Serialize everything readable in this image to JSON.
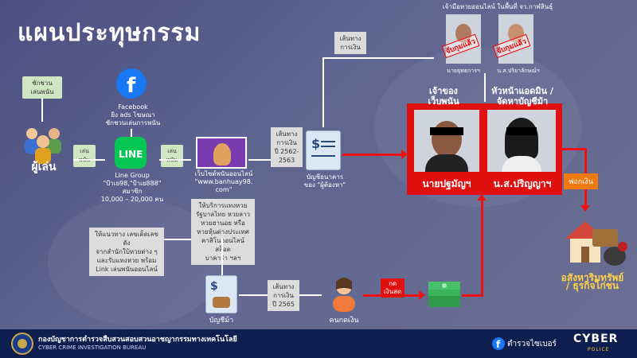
{
  "title": "แผนประทุษกรรม",
  "player": {
    "recruit_label": "ชักชวน\nเล่นพนัน",
    "name": "ผู้เล่น",
    "play_label_1": "เล่น\nพนัน",
    "play_label_2": "เล่น\nพนัน"
  },
  "facebook": {
    "caption": "Facebook\nยิง ads โฆษณา\nชักชวนเล่นการพนัน"
  },
  "line": {
    "caption": "Line Group\n\"ป้าเย98,\"ป้าเย888\"\nสมาชิก\n10,000 – 20,000 คน"
  },
  "site": {
    "caption": "เว็บไซต์พนันออนไลน์\n\"www.banhuay98.\ncom\"",
    "services": "ให้บริการแทงหวย\nรัฐบาลไทย หวยลาว\nหวยฮานอย หรือ\nหวยหุ้นต่างประเทศ\nคาสิโนออนไลน์ สล็อต\nบาคาร่า ฯลฯ"
  },
  "instructions": "ให้แนวทาง เลขเด็ดเลขดัง\nจากสำนักใบ้หวยต่าง ๆ\nและรับแทงหวย พร้อม\nLink เล่นพนันออนไลน์",
  "money_flow": {
    "label_1": "เส้นทาง\nการเงิน\nปี 2562-\n2563",
    "label_2": "เส้นทาง\nการเงิน\nปี 2565",
    "label_top": "เส้นทาง\nการเงิน"
  },
  "bank_account_suspect": "บัญชีธนาคาร\nของ \"ผู้ต้องหา\"",
  "bank_account": "บัญชีม้า",
  "cash_withdrawer": "คนกดเงิน",
  "withdraw_cash": "กด\nเงินสด",
  "launder": "ฟอกเงิน",
  "assets": "อสังหาริมทรัพย์\n/ ธุรกิจไก่ชน",
  "lottery_dealers": {
    "header": "เจ้ามือหวยออนไลน์ ในพื้นที่ จว.กาฬสินธุ์",
    "person_1": "นายยุทธการฯ",
    "person_2": "น.ส.ปริยาลักษณ์ฯ",
    "stamp": "จับกุมแล้ว"
  },
  "suspects": [
    {
      "role": "เจ้าของ\nเว็บพนัน",
      "name": "นายปฐมัญฯ"
    },
    {
      "role": "หัวหน้าแอดมิน /\nจัดหาบัญชีม้า",
      "name": "น.ส.ปริญญาฯ"
    }
  ],
  "footer": {
    "org_th": "กองบัญชาการตำรวจสืบสวนสอบสวนอาชญากรรมทางเทคโนโลยี",
    "org_en": "CYBER CRIME INVESTIGATION BUREAU",
    "fb_page": "ตำรวจไซเบอร์",
    "logo_text": "CYBER",
    "logo_sub": "POLICE"
  },
  "colors": {
    "accent_red": "#e01010",
    "green_box": "#cfe6c2",
    "footer": "#0e1e4e"
  }
}
